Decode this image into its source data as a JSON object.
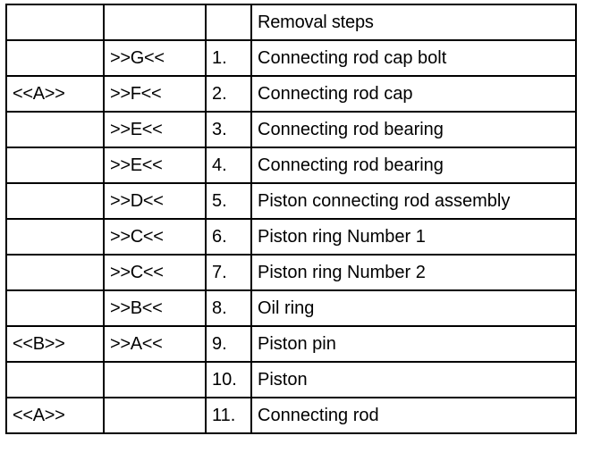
{
  "table": {
    "header": {
      "col_marker_a": "",
      "col_marker_b": "",
      "col_number": "",
      "col_description": "Removal steps"
    },
    "rows": [
      {
        "marker_a": "",
        "marker_b": ">>G<<",
        "number": "1.",
        "description": "Connecting rod cap bolt"
      },
      {
        "marker_a": "<<A>>",
        "marker_b": ">>F<<",
        "number": "2.",
        "description": "Connecting rod cap"
      },
      {
        "marker_a": "",
        "marker_b": ">>E<<",
        "number": "3.",
        "description": "Connecting rod bearing"
      },
      {
        "marker_a": "",
        "marker_b": ">>E<<",
        "number": "4.",
        "description": "Connecting rod bearing"
      },
      {
        "marker_a": "",
        "marker_b": ">>D<<",
        "number": "5.",
        "description": "Piston connecting rod assembly"
      },
      {
        "marker_a": "",
        "marker_b": ">>C<<",
        "number": "6.",
        "description": "Piston ring Number 1"
      },
      {
        "marker_a": "",
        "marker_b": ">>C<<",
        "number": "7.",
        "description": "Piston ring Number 2"
      },
      {
        "marker_a": "",
        "marker_b": ">>B<<",
        "number": "8.",
        "description": "Oil ring"
      },
      {
        "marker_a": "<<B>>",
        "marker_b": ">>A<<",
        "number": "9.",
        "description": "Piston pin"
      },
      {
        "marker_a": "",
        "marker_b": "",
        "number": "10.",
        "description": "Piston"
      },
      {
        "marker_a": "<<A>>",
        "marker_b": "",
        "number": "11.",
        "description": "Connecting rod"
      }
    ]
  },
  "colors": {
    "border": "#000000",
    "text": "#000000",
    "background": "#ffffff"
  }
}
